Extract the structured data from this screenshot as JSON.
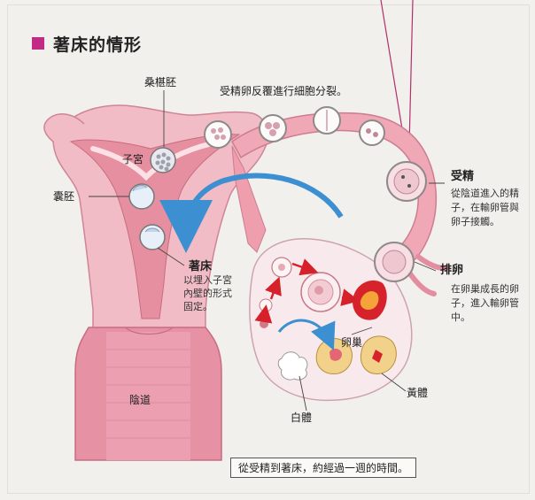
{
  "title": "著床的情形",
  "colors": {
    "accent": "#c22a86",
    "tissue": "#f1b6c1",
    "tissue_dark": "#d9808f",
    "ovary": "#f7e6ea",
    "corpus_luteum": "#f2d28a",
    "arrow_blue": "#3c8fd0",
    "arrow_red": "#d6202a"
  },
  "labels": {
    "morula": "桑椹胚",
    "cell_division": "受精卵反覆進行細胞分裂。",
    "uterus": "子宮",
    "blastocyst": "囊胚",
    "implantation_title": "著床",
    "implantation_desc": [
      "以埋入子宮",
      "內壁的形式",
      "固定。"
    ],
    "fertilization_title": "受精",
    "fertilization_desc": [
      "從陰道進入的精",
      "子，在輸卵管與",
      "卵子接觸。"
    ],
    "ovulation_title": "排卵",
    "ovulation_desc": [
      "在卵巢成長的卵",
      "子，進入輸卵管",
      "中。"
    ],
    "ovary": "卵巢",
    "corpus_luteum": "黃體",
    "corpus_albicans": "白體",
    "vagina": "陰道"
  },
  "note": "從受精到著床，約經過一週的時間。"
}
